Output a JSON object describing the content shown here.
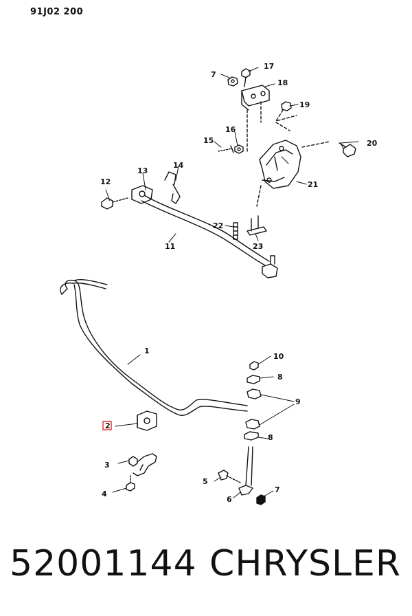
{
  "header": {
    "ref_code": "91J02 200"
  },
  "callouts": {
    "c1": "1",
    "c2": "2",
    "c3": "3",
    "c4": "4",
    "c5": "5",
    "c6": "6",
    "c7a": "7",
    "c7b": "7",
    "c8a": "8",
    "c8b": "8",
    "c9": "9",
    "c10": "10",
    "c11": "11",
    "c12": "12",
    "c13": "13",
    "c14": "14",
    "c15": "15",
    "c16": "16",
    "c17": "17",
    "c18": "18",
    "c19": "19",
    "c20": "20",
    "c21": "21",
    "c22": "22",
    "c23": "23"
  },
  "highlighted_callout": "2",
  "colors": {
    "line": "#111111",
    "highlight": "#e00000",
    "background": "#ffffff"
  },
  "footer": {
    "part_number": "52001144",
    "brand": "CHRYSLER"
  }
}
